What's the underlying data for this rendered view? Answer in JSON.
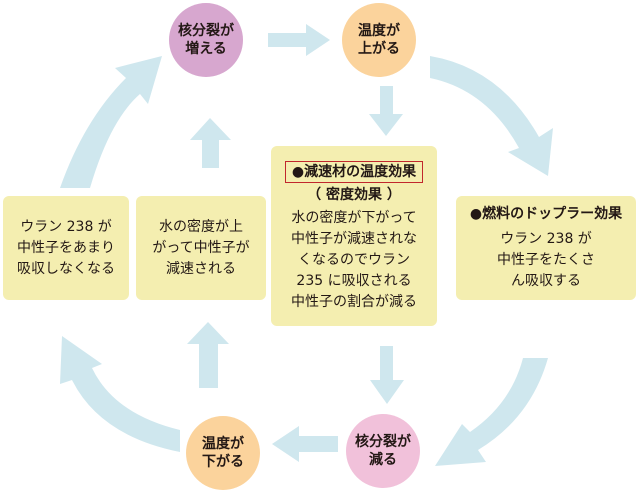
{
  "nodes": {
    "fission_up": [
      "核分裂が",
      "増える"
    ],
    "temp_up": [
      "温度が",
      "上がる"
    ],
    "fission_down": [
      "核分裂が",
      "減る"
    ],
    "temp_down": [
      "温度が",
      "下がる"
    ]
  },
  "moderator": {
    "title": "●減速材の温度効果",
    "subtitle": "（ 密度効果 ）",
    "lines": [
      "水の密度が下がって",
      "中性子が減速されな",
      "くなるのでウラン",
      "235 に吸収される",
      "中性子の割合が減る"
    ]
  },
  "doppler": {
    "title": "●燃料のドップラー効果",
    "lines": [
      "ウラン 238 が",
      "中性子をたくさ",
      "ん吸収する"
    ]
  },
  "water_density_up": {
    "lines": [
      "水の密度が上",
      "がって中性子が",
      "減速される"
    ]
  },
  "uranium_less": {
    "lines": [
      "ウラン 238 が",
      "中性子をあまり",
      "吸収しなくなる"
    ]
  },
  "colors": {
    "arrow": "#cfe7ee",
    "box_fill": "#f4eeb0",
    "circle_purple": "#d7a7cf",
    "circle_orange": "#fbd39c",
    "circle_pink": "#f1c1da",
    "title_border": "#c1272d"
  }
}
